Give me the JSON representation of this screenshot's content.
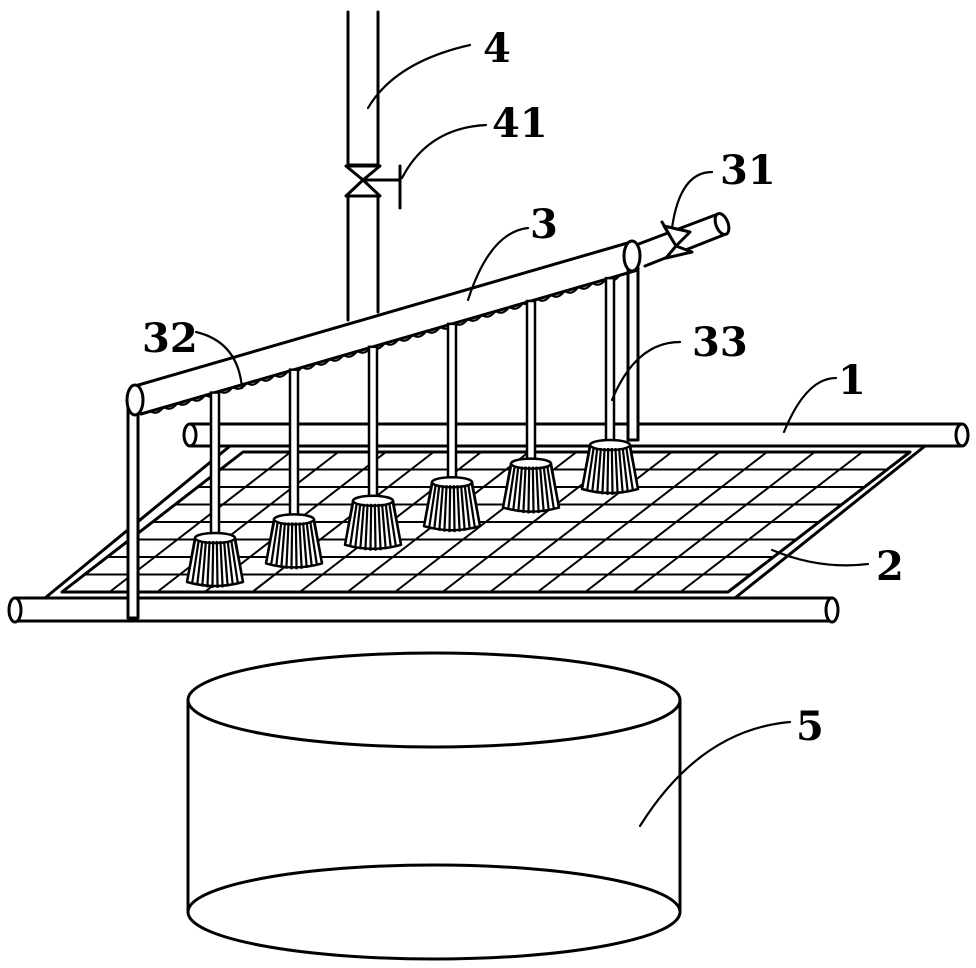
{
  "labels": {
    "l4": "4",
    "l41": "41",
    "l31": "31",
    "l3": "3",
    "l32": "32",
    "l33": "33",
    "l1": "1",
    "l2": "2",
    "l5": "5"
  },
  "components": {
    "brush_count": 6,
    "grid_rows": 8,
    "grid_cols": 14
  },
  "colors": {
    "stroke": "#000000",
    "background": "#ffffff"
  }
}
